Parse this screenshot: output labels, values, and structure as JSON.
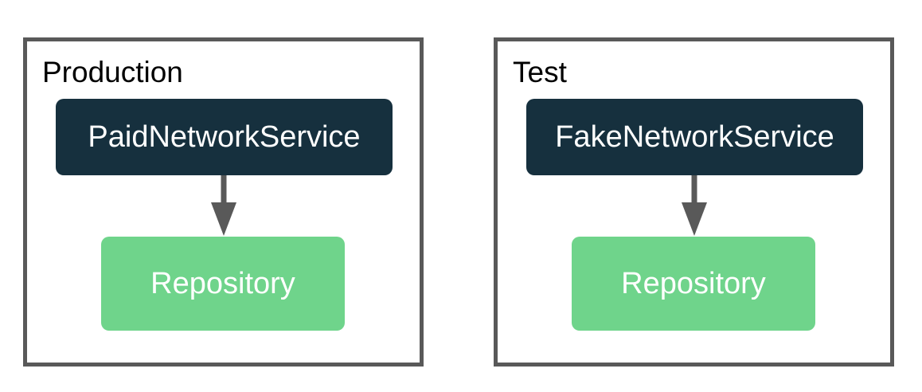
{
  "diagram": {
    "type": "architecture-dependency-diagram",
    "panels": [
      {
        "title": "Production",
        "service_label": "PaidNetworkService",
        "repository_label": "Repository"
      },
      {
        "title": "Test",
        "service_label": "FakeNetworkService",
        "repository_label": "Repository"
      }
    ],
    "colors": {
      "background": "#FFFFFF",
      "frame_border": "#595959",
      "arrow": "#595959",
      "service_fill": "#16303E",
      "service_text": "#FFFFFF",
      "repository_fill": "#6FD48B",
      "repository_text": "#FFFFFF",
      "title_text": "#000000"
    }
  }
}
